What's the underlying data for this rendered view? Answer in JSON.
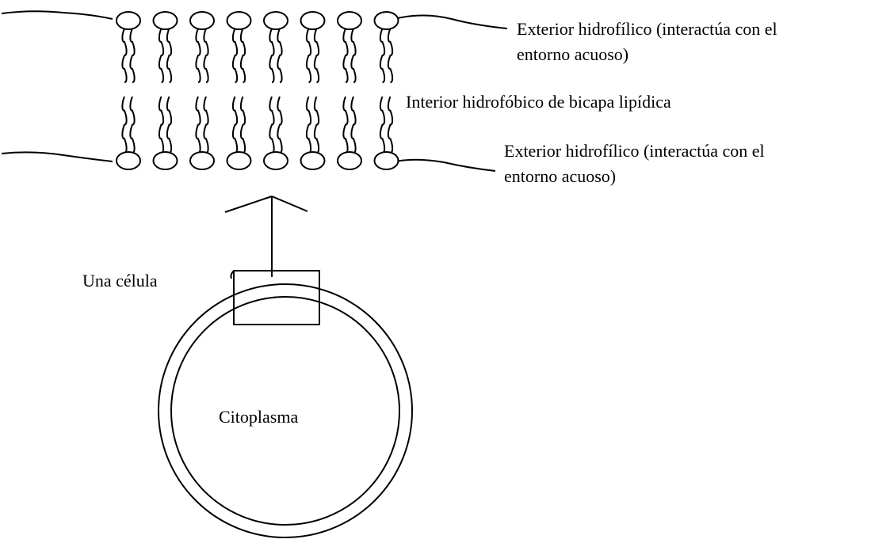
{
  "labels": {
    "exterior_top_line1": "Exterior hidrofílico (interactúa con el",
    "exterior_top_line2": "entorno acuoso)",
    "interior": "Interior hidrofóbico de bicapa lipídica",
    "exterior_bottom_line1": "Exterior hidrofílico (interactúa con el",
    "exterior_bottom_line2": "entorno acuoso)",
    "cell": "Una célula",
    "cytoplasm": "Citoplasma"
  },
  "bilayer": {
    "phospholipids_per_layer": 8
  }
}
